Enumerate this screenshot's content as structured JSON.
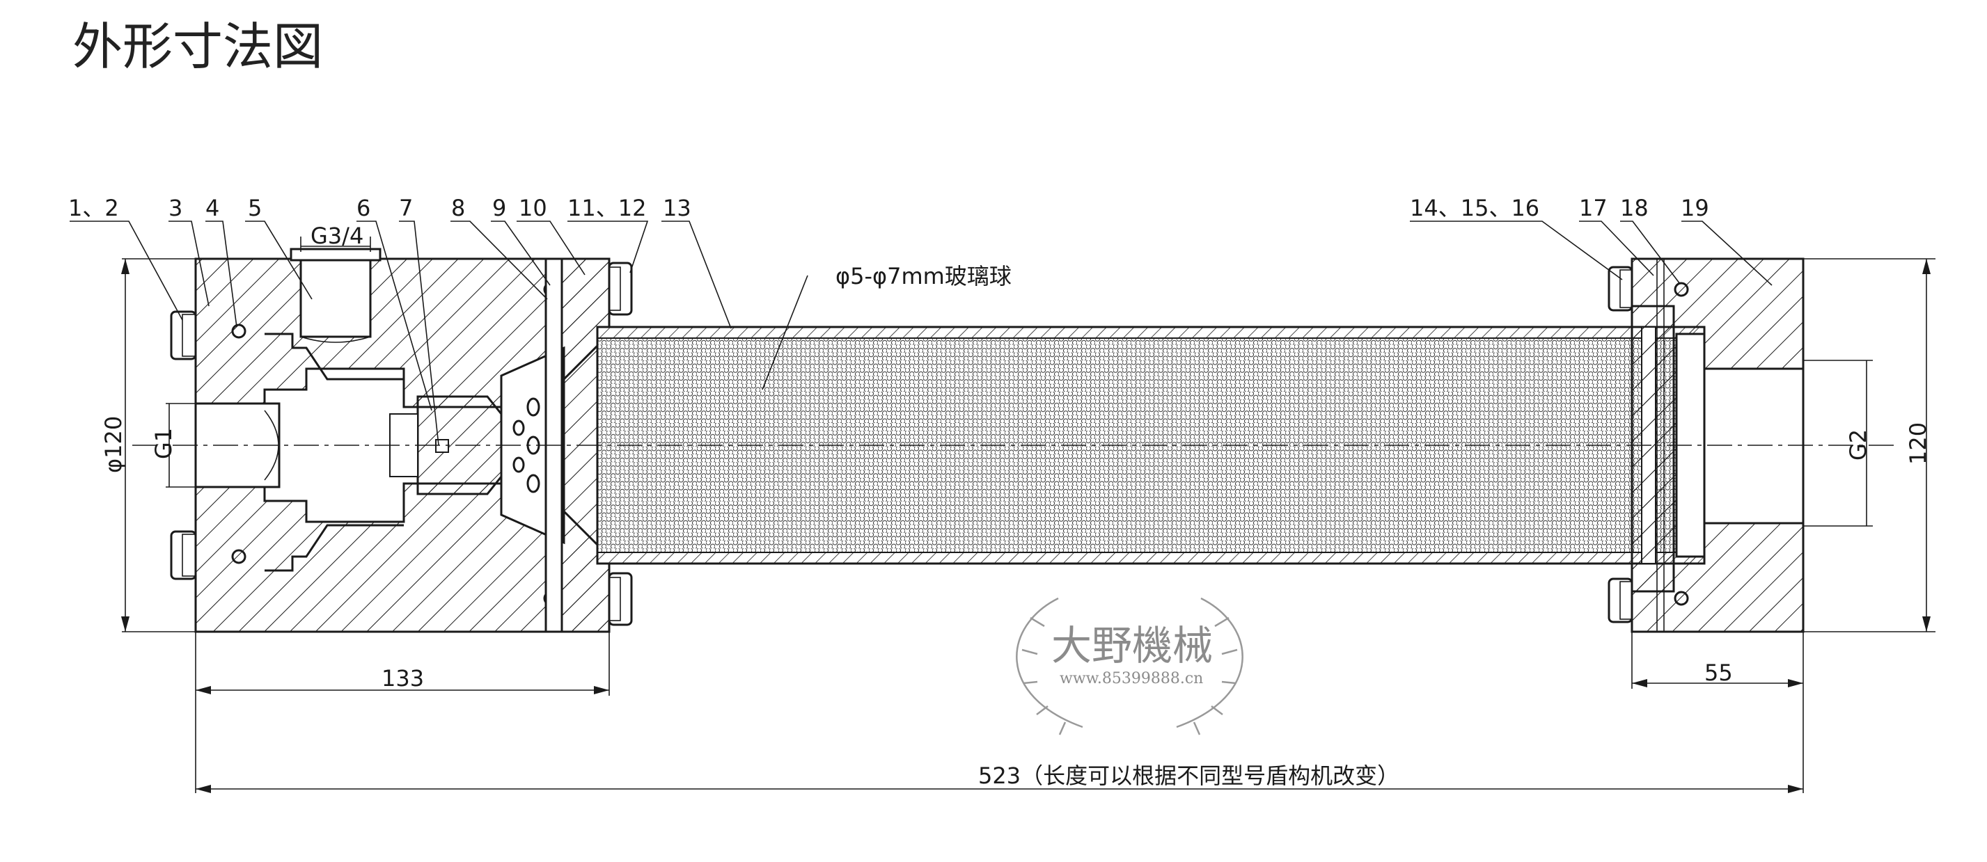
{
  "title": "外形寸法図",
  "part_labels": [
    "1、2",
    "3",
    "4",
    "5",
    "6",
    "7",
    "8",
    "9",
    "10",
    "11、12",
    "13",
    "14、15、16",
    "17",
    "18",
    "19"
  ],
  "annotations": {
    "port_top": "G3/4",
    "glass_beads": "φ5-φ7mm玻璃球",
    "inlet_thread": "G1",
    "outlet_thread": "G2",
    "diameter": "φ120"
  },
  "dimensions": {
    "height": "120",
    "left_block": "133",
    "right_block": "55",
    "total_length": "523（长度可以根据不同型号盾构机改变）"
  },
  "watermark": {
    "brand": "大野機械",
    "url": "www.85399888.cn"
  }
}
